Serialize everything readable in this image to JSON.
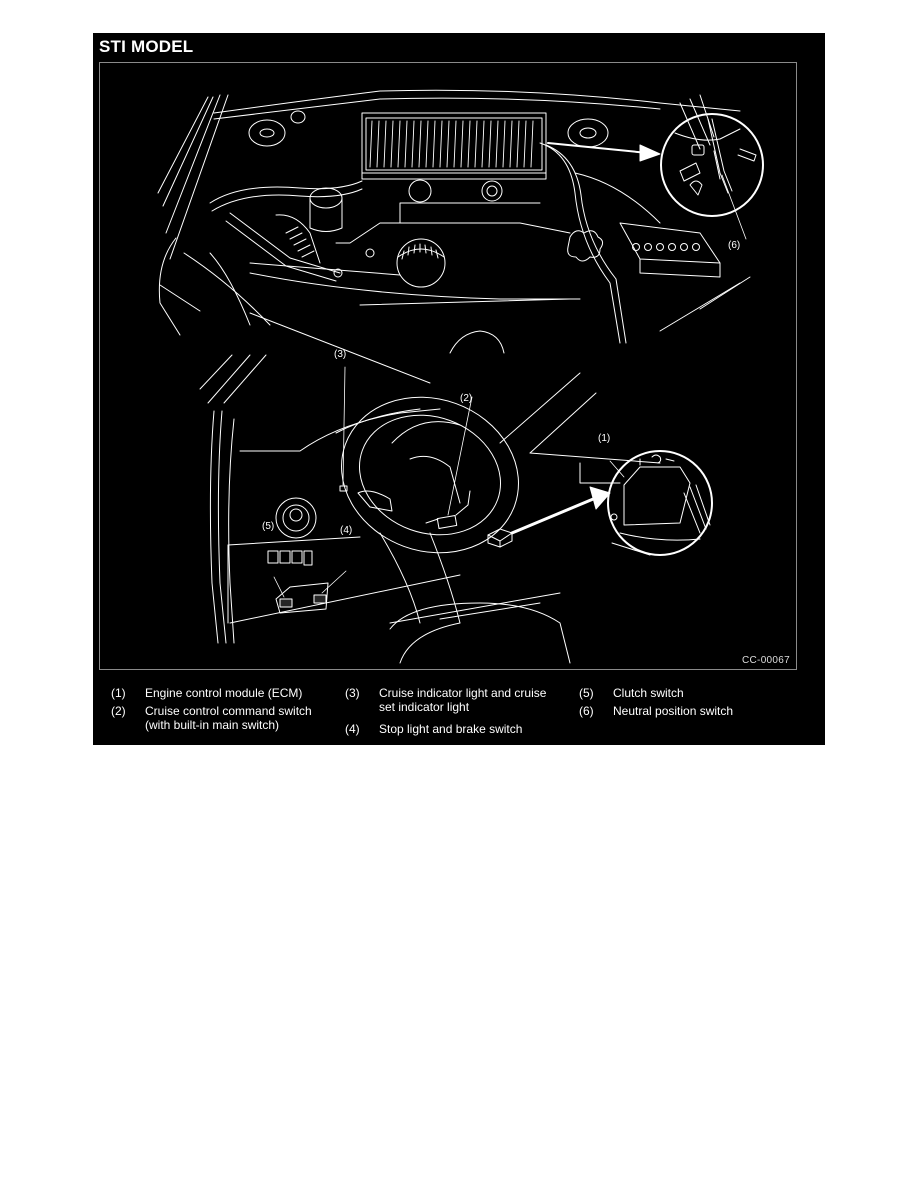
{
  "title": "STI MODEL",
  "figure_id": "CC-00067",
  "callouts": {
    "c1": "(1)",
    "c2": "(2)",
    "c3": "(3)",
    "c4": "(4)",
    "c5": "(5)",
    "c6": "(6)"
  },
  "legend": [
    {
      "num": "(1)",
      "text": "Engine control module (ECM)"
    },
    {
      "num": "(2)",
      "text": "Cruise control command switch",
      "text2": "(with built-in main switch)"
    },
    {
      "num": "(3)",
      "text": "Cruise indicator light and cruise",
      "text2": "set indicator light"
    },
    {
      "num": "(4)",
      "text": "Stop light and brake switch"
    },
    {
      "num": "(5)",
      "text": "Clutch switch"
    },
    {
      "num": "(6)",
      "text": "Neutral position switch"
    }
  ],
  "colors": {
    "background": "#000000",
    "line_art": "#ffffff",
    "frame": "#8a8a8a",
    "page": "#ffffff"
  }
}
